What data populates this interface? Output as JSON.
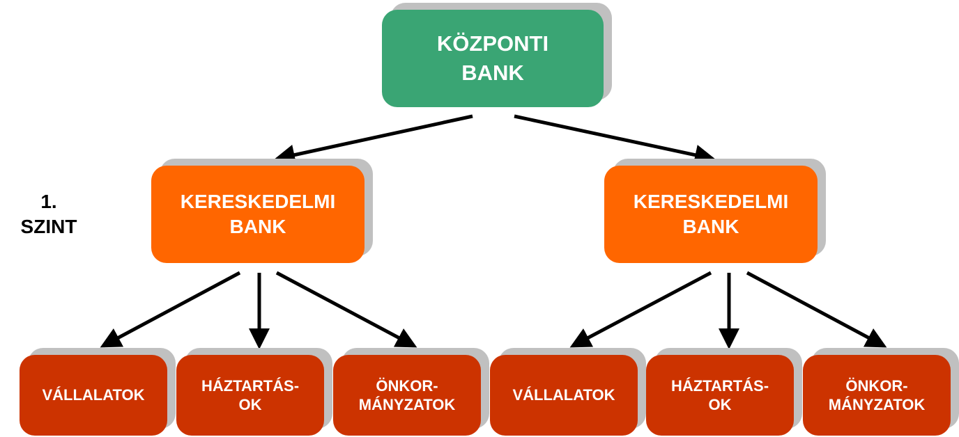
{
  "central_bank": {
    "line1": "KÖZPONTI",
    "line2": "BANK"
  },
  "level_label": {
    "line1": "1.",
    "line2": "SZINT"
  },
  "commercial_banks": [
    {
      "line1": "KERESKEDELMI",
      "line2": "BANK"
    },
    {
      "line1": "KERESKEDELMI",
      "line2": "BANK"
    }
  ],
  "clients": [
    {
      "line1": "VÁLLALATOK",
      "line2": ""
    },
    {
      "line1": "HÁZTARTÁS-",
      "line2": "OK"
    },
    {
      "line1": "ÖNKOR-",
      "line2": "MÁNYZATOK"
    },
    {
      "line1": "VÁLLALATOK",
      "line2": ""
    },
    {
      "line1": "HÁZTARTÁS-",
      "line2": "OK"
    },
    {
      "line1": "ÖNKOR-",
      "line2": "MÁNYZATOK"
    }
  ],
  "colors": {
    "central": "#3aa574",
    "commercial": "#ff6600",
    "client": "#cc3300",
    "shadow": "#c0c0c0",
    "arrow": "#000000"
  }
}
